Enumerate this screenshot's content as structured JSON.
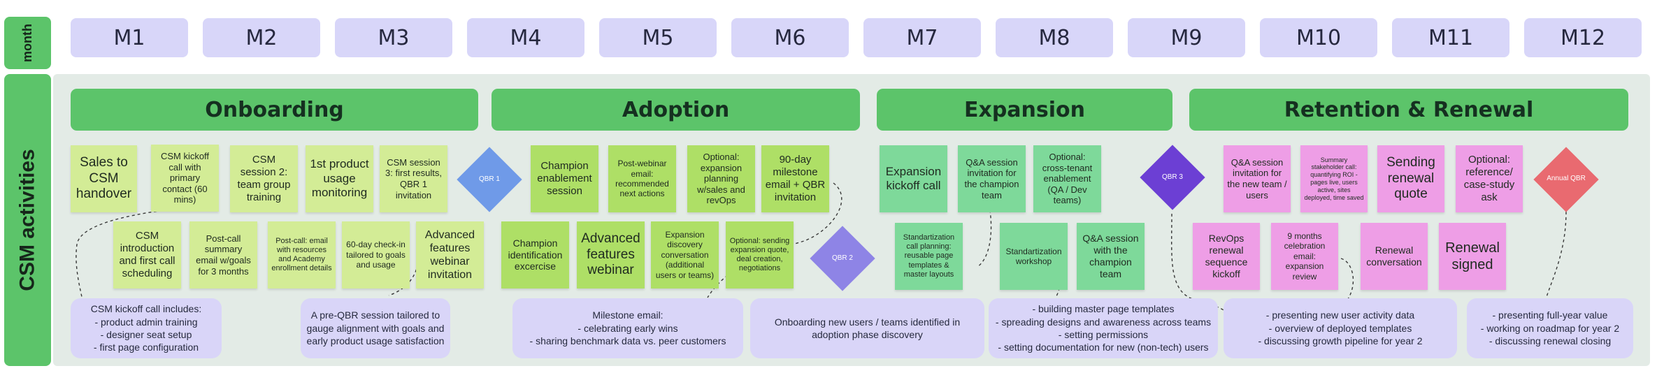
{
  "side_labels": {
    "month": "month",
    "activities": "CSM activities"
  },
  "months": [
    "M1",
    "M2",
    "M3",
    "M4",
    "M5",
    "M6",
    "M7",
    "M8",
    "M9",
    "M10",
    "M11",
    "M12"
  ],
  "phases": {
    "onboarding": "Onboarding",
    "adoption": "Adoption",
    "expansion": "Expansion",
    "retention": "Retention & Renewal"
  },
  "notes": {
    "sales_handover": "Sales to CSM handover",
    "csm_kickoff_call": "CSM kickoff call with primary contact (60 mins)",
    "csm_session_2": "CSM session 2: team group training",
    "first_product_usage": "1st product usage monitoring",
    "csm_session_3": "CSM session 3: first results, QBR 1 invitation",
    "csm_intro": "CSM introduction and first call scheduling",
    "post_call_summary": "Post-call summary email w/goals for 3 months",
    "post_call_email": "Post-call: email with resources and Academy enrollment details",
    "checkin_60": "60-day check-in tailored to goals and usage",
    "advanced_webinar_invite": "Advanced features webinar invitation",
    "champion_enablement": "Champion enablement session",
    "post_webinar_email": "Post-webinar email: recommended next actions",
    "optional_expansion_planning": "Optional: expansion planning w/sales and revOps",
    "milestone_90": "90-day milestone email + QBR invitation",
    "champion_identification": "Champion identification excercise",
    "advanced_webinar": "Advanced features webinar",
    "expansion_discovery": "Expansion discovery conversation (additional users or teams)",
    "optional_sending_quote": "Optional: sending expansion quote, deal creation, negotiations",
    "expansion_kickoff": "Expansion kickoff call",
    "qa_invitation_champion": "Q&A session invitation for the champion team",
    "optional_cross_tenant": "Optional: cross-tenant enablement (QA / Dev teams)",
    "standardization_planning": "Standartization call planning: reusable page templates & master layouts",
    "standardization_workshop": "Standartization workshop",
    "qa_with_champion": "Q&A session with the champion team",
    "qa_invitation_new": "Q&A session invitation for the new team / users",
    "summary_stakeholder": "Summary stakeholder call: quantifying ROI - pages live, users active, sites deployed, time saved",
    "sending_renewal_quote": "Sending renewal quote",
    "optional_reference": "Optional: reference/ case-study ask",
    "revops_renewal": "RevOps renewal sequence kickoff",
    "celebration_9_months": "9 months celebration email: expansion review",
    "renewal_conversation": "Renewal conversation",
    "renewal_signed": "Renewal signed"
  },
  "milestones": {
    "qbr1": "QBR 1",
    "qbr2": "QBR 2",
    "qbr3": "QBR 3",
    "annual_qbr": "Annual QBR"
  },
  "callouts": {
    "kickoff_includes": "CSM kickoff call includes:\n- product admin training\n- designer seat setup\n- first page configuration",
    "pre_qbr": "A pre-QBR session tailored to gauge alignment with goals and early product usage satisfaction",
    "milestone_email": "Milestone email:\n- celebrating early wins\n- sharing benchmark data vs. peer customers",
    "onboarding_new_users": "Onboarding new users / teams identified in adoption phase discovery",
    "master_templates": "- building master page templates\n- spreading designs and awareness across teams\n- setting permissions\n- setting documentation for new (non-tech) users",
    "new_user_activity": "- presenting new user activity data\n- overview of deployed templates\n- discussing growth pipeline for year 2",
    "full_year_value": "- presenting full-year value\n- working on roadmap for year 2\n- discussing renewal closing"
  },
  "colors": {
    "phase_green": "#5cc46a",
    "month_lavender": "#d8d6f9",
    "note_lime": "#d3ec96",
    "note_yellow_green": "#aedf66",
    "note_green": "#7ed99a",
    "note_pink": "#ee9ee6",
    "qbr1": "#6f9ae8",
    "qbr2": "#8e84e6",
    "qbr3": "#6c3fd4",
    "annual_qbr": "#e96a70"
  }
}
